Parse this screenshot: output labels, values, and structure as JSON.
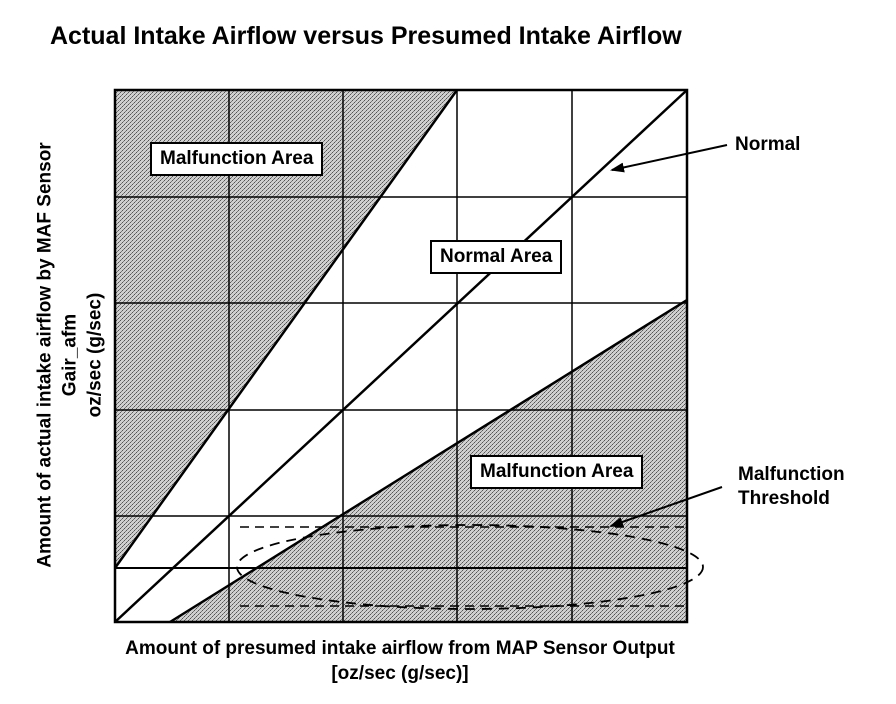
{
  "title": "Actual Intake Airflow versus Presumed Intake Airflow",
  "x_axis": {
    "line1": "Amount of presumed intake airflow from MAP Sensor Output",
    "line2": "[oz/sec (g/sec)]"
  },
  "y_axis": {
    "line1": "Amount of actual intake airflow by MAF Sensor",
    "line2": "Gair_afm",
    "line3": "oz/sec (g/sec)"
  },
  "regions": {
    "upper_malfunction": "Malfunction Area",
    "normal": "Normal Area",
    "lower_malfunction": "Malfunction Area"
  },
  "callouts": {
    "normal_line": "Normal",
    "threshold_line1": "Malfunction",
    "threshold_line2": "Threshold"
  },
  "colors": {
    "shading": "#9a9a9a",
    "ink": "#000000",
    "background": "#ffffff"
  }
}
